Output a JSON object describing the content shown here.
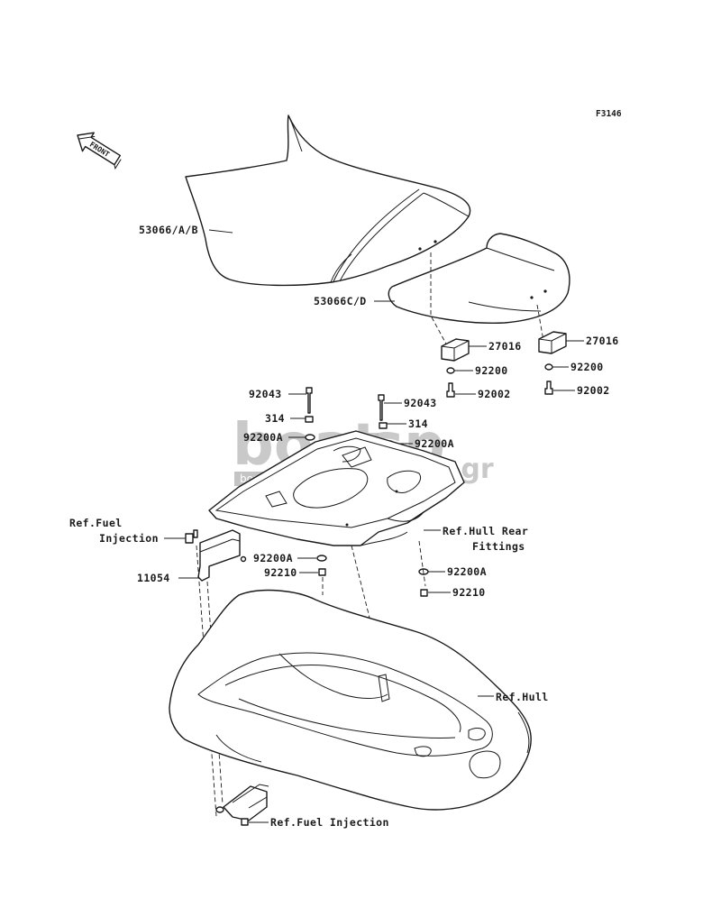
{
  "figure_code": "F3146",
  "front_arrow_label": "FRONT",
  "watermark": {
    "brand_part1": "boat",
    "brand_part2": "sp",
    "suffix": ".gr",
    "tagline": "boat spare parts"
  },
  "labels": {
    "seat_front": "53066/A/B",
    "seat_rear": "53066C/D",
    "bracket_left": "27016",
    "bracket_right": "27016",
    "washer_bracket_left": "92200",
    "washer_bracket_right": "92200",
    "bolt_bracket_left": "92002",
    "bolt_bracket_right": "92002",
    "bolt_left": "92043",
    "bolt_right": "92043",
    "nut_left": "314",
    "nut_right": "314",
    "washer_a_left": "92200A",
    "washer_a_right": "92200A",
    "ref_fuel_1": "Ref.Fuel",
    "ref_fuel_2": "Injection",
    "ref_hull_rear_1": "Ref.Hull Rear",
    "ref_hull_rear_2": "Fittings",
    "bracket_11054": "11054",
    "washer_a_lower_left": "92200A",
    "nut_lower_left": "92210",
    "washer_a_lower_right": "92200A",
    "nut_lower_right": "92210",
    "ref_hull": "Ref.Hull",
    "ref_fuel_bottom": "Ref.Fuel Injection"
  }
}
